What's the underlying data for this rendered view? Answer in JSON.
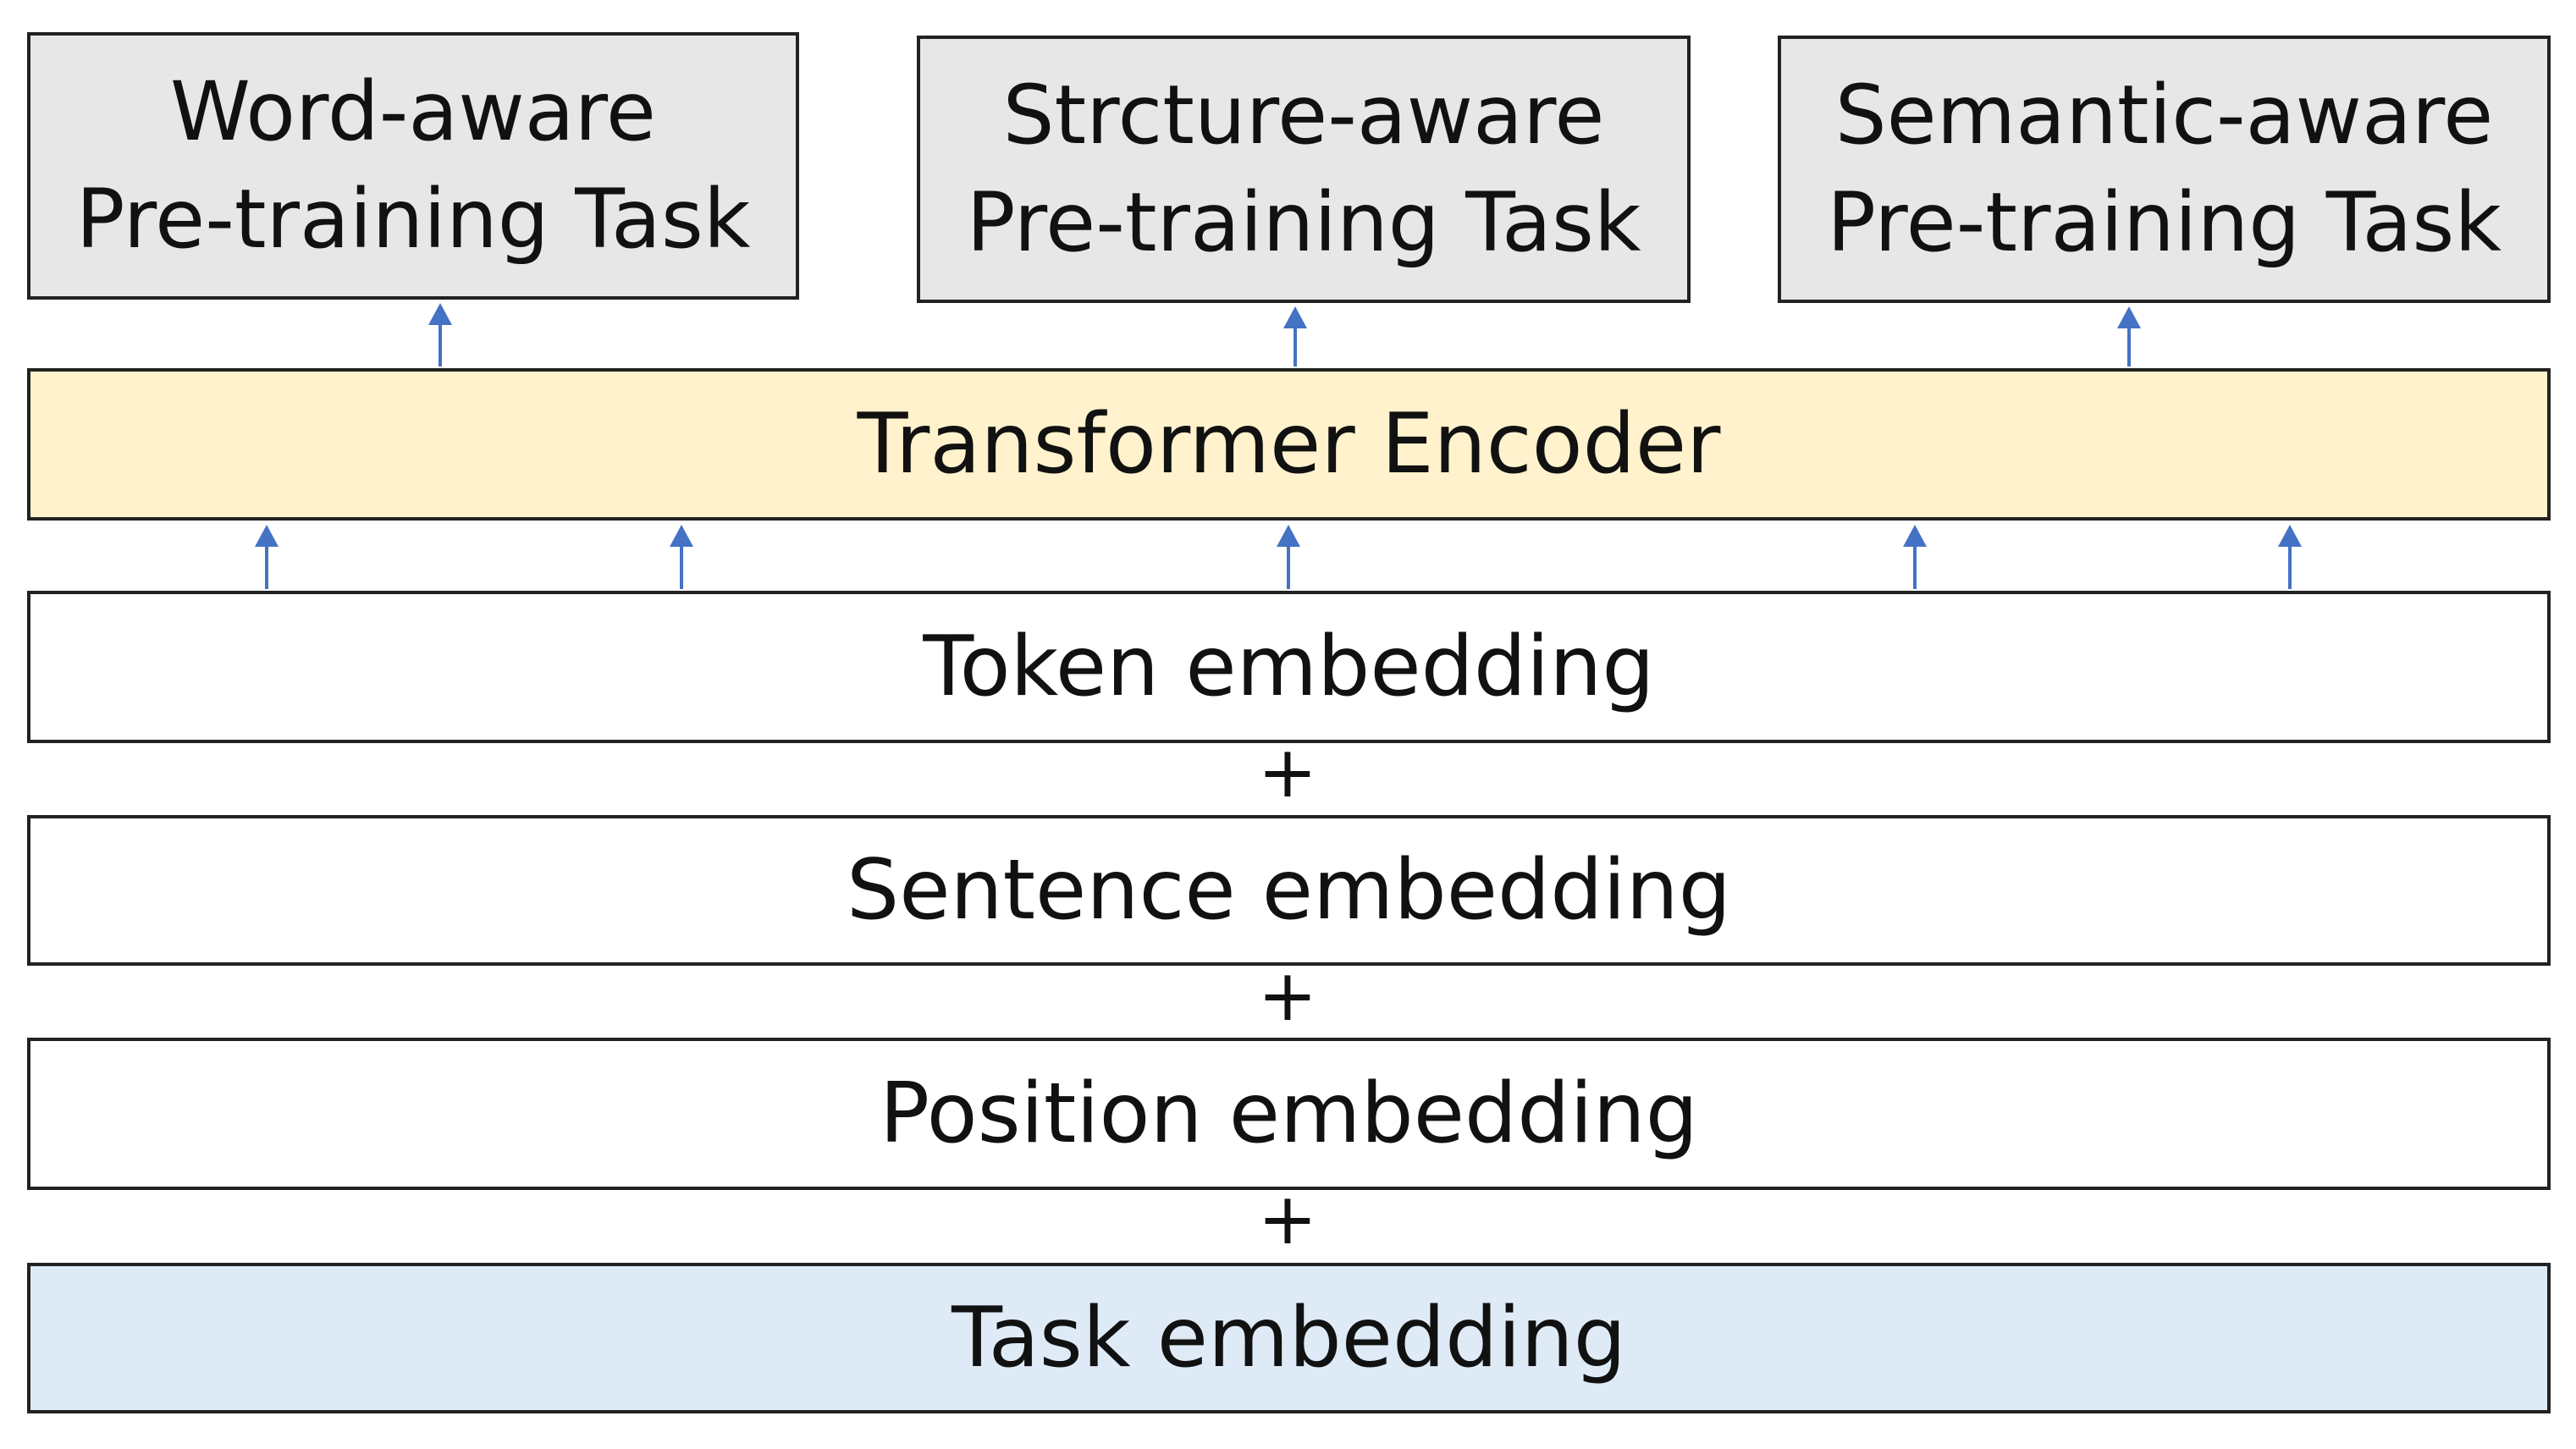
{
  "pretraining_tasks": [
    {
      "line1": "Word-aware",
      "line2": "Pre-training Task"
    },
    {
      "line1": "Strcture-aware",
      "line2": "Pre-training Task"
    },
    {
      "line1": "Semantic-aware",
      "line2": "Pre-training Task"
    }
  ],
  "encoder": {
    "label": "Transformer Encoder"
  },
  "embeddings": [
    {
      "label": "Token embedding"
    },
    {
      "label": "Sentence embedding"
    },
    {
      "label": "Position embedding"
    },
    {
      "label": "Task embedding"
    }
  ],
  "plus_sign": "+",
  "colors": {
    "task_box": "#e7e7e7",
    "encoder": "#fff2cc",
    "task_embedding": "#deebf7",
    "arrow": "#4472c4",
    "border": "#222222"
  }
}
